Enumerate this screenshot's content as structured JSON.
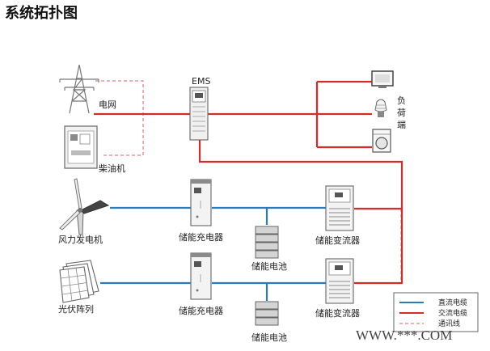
{
  "title": "系统拓扑图",
  "labels": {
    "grid": "电网",
    "diesel": "柴油机",
    "ems": "EMS",
    "load": [
      "负",
      "荷",
      "端"
    ],
    "wind": "风力发电机",
    "charger1": "储能充电器",
    "battery1": "储能电池",
    "pcs1": "储能变流器",
    "pv": "光伏阵列",
    "charger2": "储能充电器",
    "battery2": "储能电池",
    "pcs2": "储能变流器"
  },
  "legend": {
    "dc": "直流电缆",
    "ac": "交流电缆",
    "comm": "通讯线"
  },
  "watermark": "WWW.***.COM",
  "colors": {
    "dc": "#2b7bbb",
    "ac": "#d62b2b",
    "comm": "#e06060"
  }
}
